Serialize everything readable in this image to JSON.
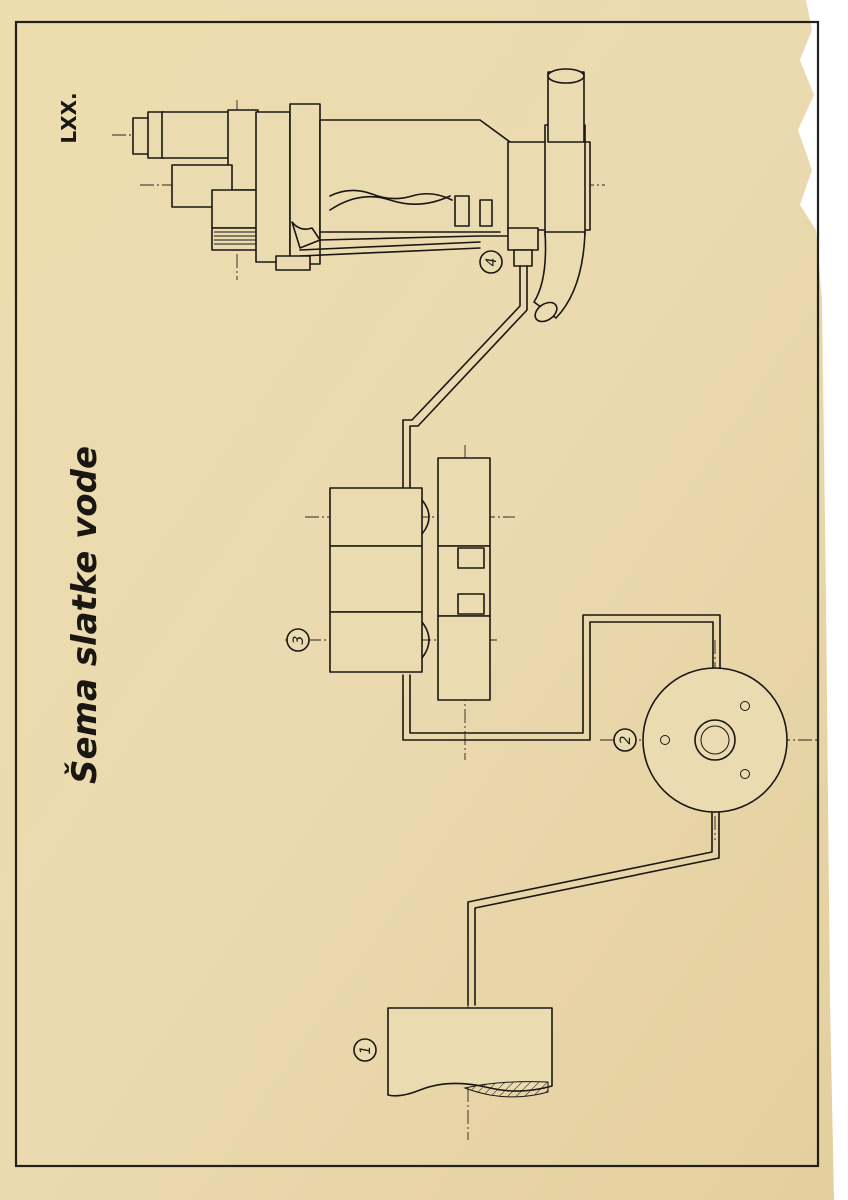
{
  "sheet": {
    "number": "LXX.",
    "title": "Šema slatke vode"
  },
  "components": [
    {
      "id": "tank",
      "label": "1"
    },
    {
      "id": "pump",
      "label": "2"
    },
    {
      "id": "filter",
      "label": "3"
    },
    {
      "id": "unit",
      "label": "4"
    }
  ],
  "colors": {
    "paper": "#ecdcb0",
    "ink": "#1a1712",
    "frame": "#22201a"
  }
}
